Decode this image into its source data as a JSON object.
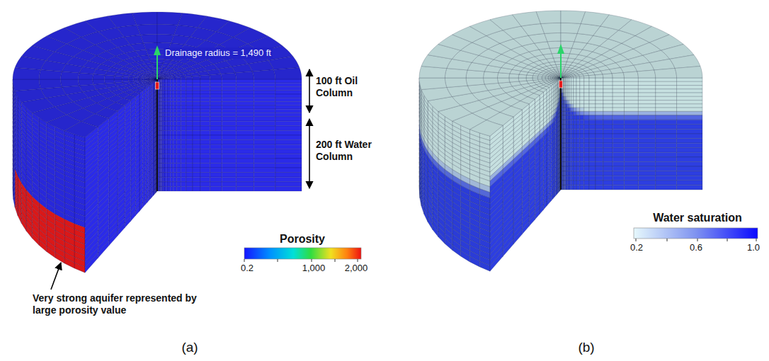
{
  "diagram": {
    "labels": [
      "Drainage radius = 1,490 ft",
      "100 ft Oil Column",
      "200 ft Water Column",
      "Porosity",
      "0.2",
      "1,000",
      "2,000",
      "Very strong aquifer represented by large porosity value",
      "(a)",
      "Water saturation",
      "0.2",
      "0.6",
      "1.0",
      "(b)"
    ]
  }
}
